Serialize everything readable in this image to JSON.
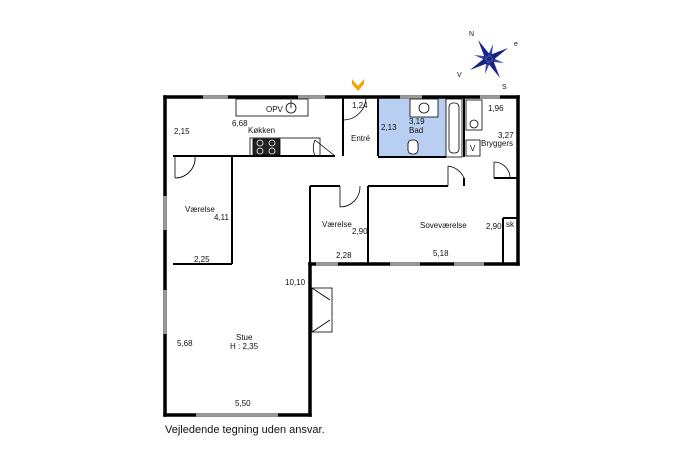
{
  "compass": {
    "n": "N",
    "e": "e",
    "s": "S",
    "v": "V"
  },
  "rooms": {
    "kitchen": {
      "name": "Køkken",
      "dim_a": "6,68",
      "dim_b": "2,15",
      "appliance": "OPV"
    },
    "entry": {
      "name": "Entré",
      "dim": "1,24"
    },
    "bath": {
      "name": "Bad",
      "dim_a": "3,19",
      "dim_b": "2,13"
    },
    "utility": {
      "name": "Bryggers",
      "dim_a": "1,96",
      "dim_b": "3,27",
      "appliance": "V"
    },
    "room1": {
      "name": "Værelse",
      "dim_a": "4,11",
      "dim_b": "2,25"
    },
    "room2": {
      "name": "Værelse",
      "dim_a": "2,90",
      "dim_b": "2,28"
    },
    "bedroom": {
      "name": "Soveværelse",
      "dim_a": "2,90",
      "dim_b": "5,18",
      "closet": "sk"
    },
    "living": {
      "name": "Stue",
      "height": "H : 2,35",
      "dim_a": "10,10",
      "dim_b": "5,68",
      "dim_c": "5,50"
    }
  },
  "colors": {
    "wall": "#000000",
    "window": "#999999",
    "bath_fill": "#b8cff2",
    "entry_marker": "#f0a500",
    "compass": "#1a237e"
  },
  "caption": "Vejledende tegning uden ansvar."
}
